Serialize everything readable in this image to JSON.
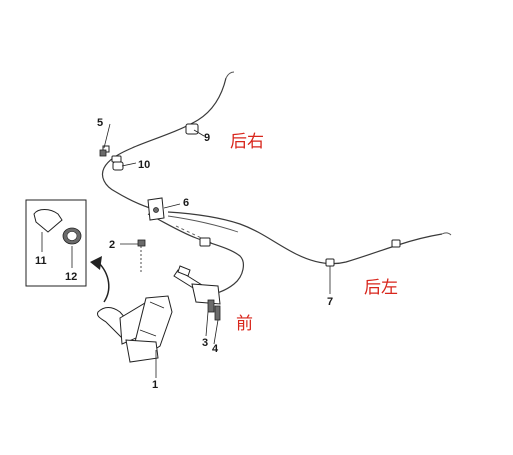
{
  "callouts": {
    "n1": "1",
    "n2": "2",
    "n3": "3",
    "n4": "4",
    "n5": "5",
    "n6": "6",
    "n7": "7",
    "n9": "9",
    "n10": "10",
    "n11": "11",
    "n12": "12"
  },
  "labels": {
    "rear_right": "后右",
    "rear_left": "后左",
    "front": "前"
  },
  "colors": {
    "label_red": "#d8261c",
    "line_dark": "#222222"
  }
}
